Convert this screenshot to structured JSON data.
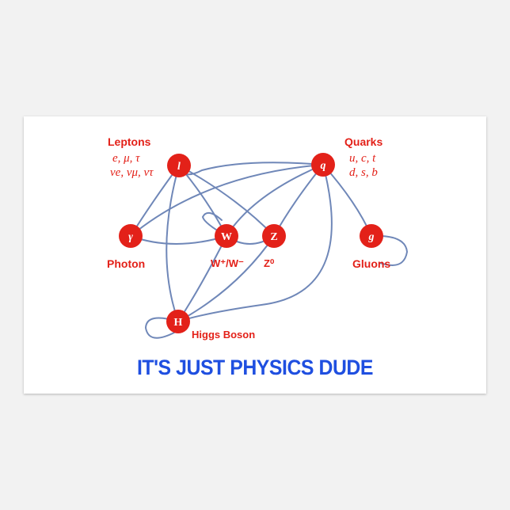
{
  "groups": {
    "leptons_title": "Leptons",
    "leptons_line1": "e, μ, τ",
    "leptons_line2": "νe, νμ, ντ",
    "quarks_title": "Quarks",
    "quarks_line1": "u, c, t",
    "quarks_line2": "d, s, b"
  },
  "nodes": {
    "lepton": "l",
    "quark": "q",
    "photon": "γ",
    "w": "W",
    "z": "Z",
    "gluon": "g",
    "higgs": "H"
  },
  "labels": {
    "photon": "Photon",
    "w": "W⁺/W⁻",
    "z": "Z⁰",
    "gluons": "Gluons",
    "higgs": "Higgs Boson"
  },
  "headline": "IT'S JUST PHYSICS DUDE",
  "colors": {
    "node_fill": "#e32119",
    "edge": "#6f87b8",
    "headline": "#1f4fe0",
    "label": "#e32119"
  }
}
